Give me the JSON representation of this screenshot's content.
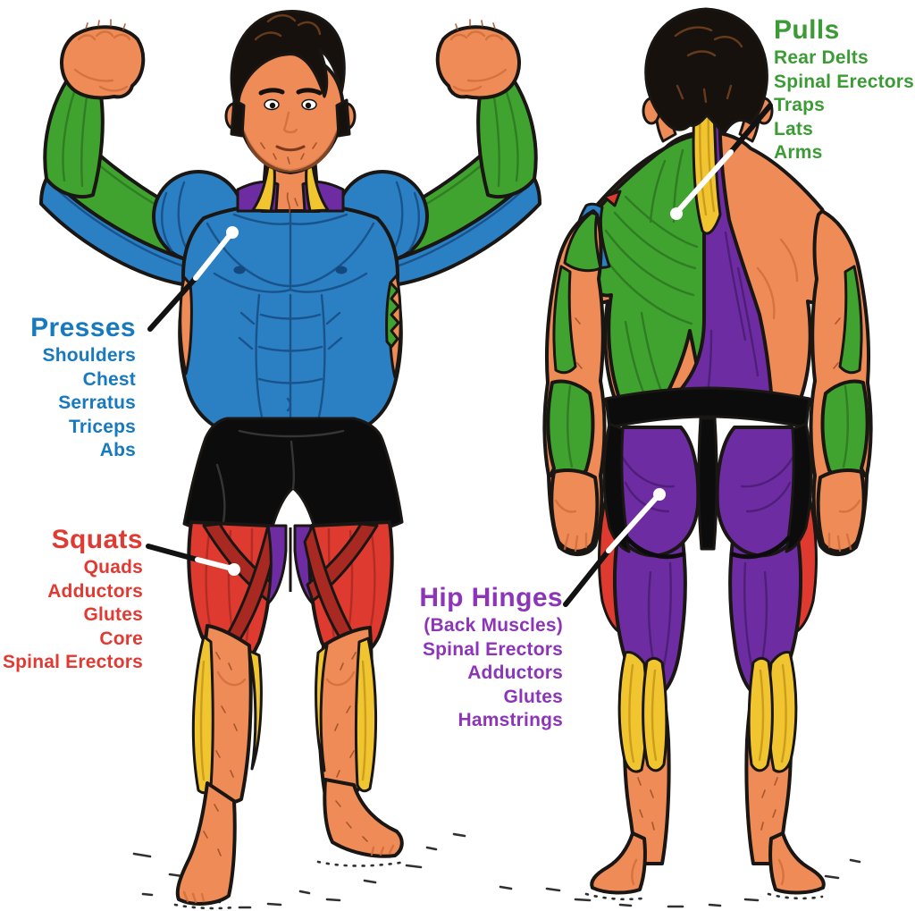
{
  "colors": {
    "bg": "#ffffff",
    "outline": "#191613",
    "skin": "#ee8b57",
    "skin-shadow": "#cf6c38",
    "hair": "#17110d",
    "hair-hl": "#7a4520",
    "blue": "#2b7fc3",
    "blue-dark": "#14497f",
    "green": "#41a32f",
    "green-dark": "#2a7420",
    "red": "#de3a2f",
    "red-dark": "#a82922",
    "purple": "#6e2ca3",
    "purple-dark": "#471b6e",
    "yellow": "#f0c52f",
    "yellow-dark": "#c2931b",
    "black": "#0c0c0c",
    "leader-black": "#121212",
    "leader-white": "#ffffff",
    "text-blue": "#1779be",
    "text-green": "#3b9c35",
    "text-red": "#e03a33",
    "text-purple": "#8c35b9"
  },
  "color_coding": {
    "presses": "blue",
    "squats": "red",
    "pulls": "green",
    "hip_hinges": "purple"
  },
  "labels": {
    "presses": {
      "title": "Presses",
      "items": [
        "Shoulders",
        "Chest",
        "Serratus",
        "Triceps",
        "Abs"
      ]
    },
    "squats": {
      "title": "Squats",
      "items": [
        "Quads",
        "Adductors",
        "Glutes",
        "Core",
        "Spinal Erectors"
      ]
    },
    "pulls": {
      "title": "Pulls",
      "items": [
        "Rear Delts",
        "Spinal Erectors",
        "Traps",
        "Lats",
        "Arms"
      ]
    },
    "hip_hinges": {
      "title": "Hip Hinges",
      "subtitle": "(Back Muscles)",
      "items": [
        "Spinal Erectors",
        "Adductors",
        "Glutes",
        "Hamstrings"
      ]
    }
  }
}
